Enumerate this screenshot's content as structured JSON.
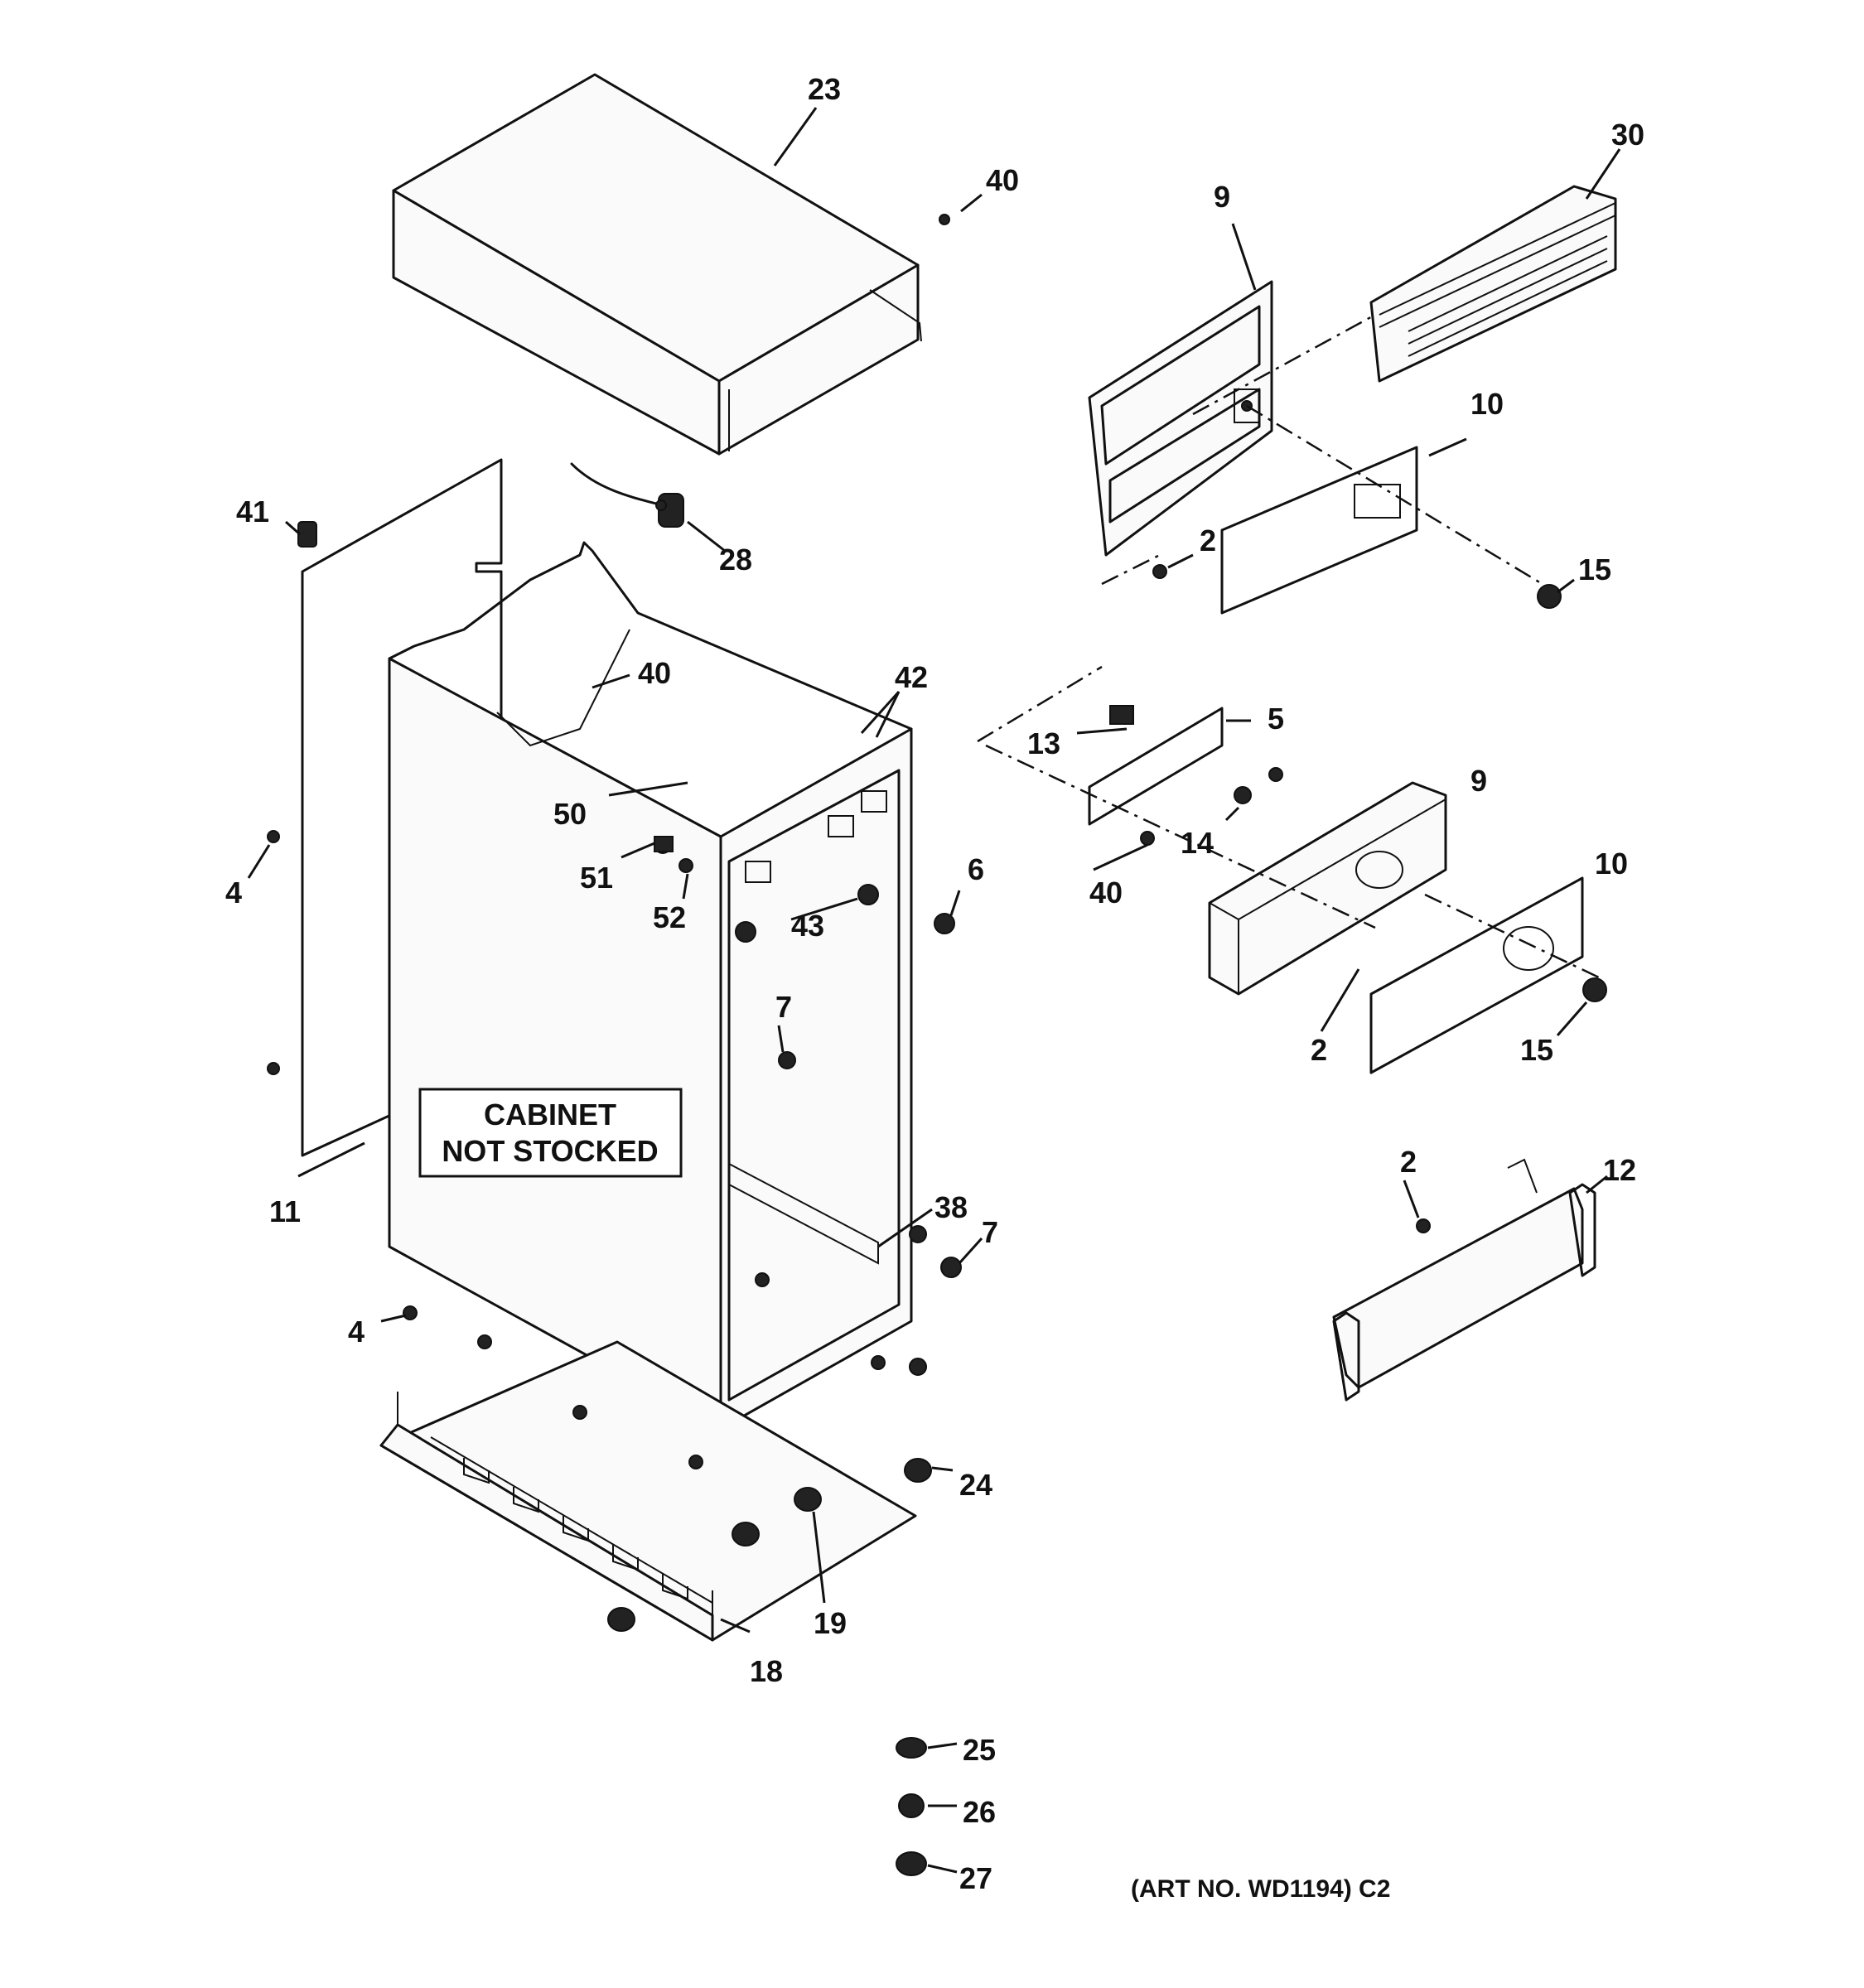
{
  "diagram": {
    "note": {
      "line1": "CABINET",
      "line2": "NOT STOCKED"
    },
    "art_number": "(ART NO. WD1194) C2",
    "callouts": [
      {
        "id": "23",
        "text": "23"
      },
      {
        "id": "40a",
        "text": "40"
      },
      {
        "id": "30",
        "text": "30"
      },
      {
        "id": "9a",
        "text": "9"
      },
      {
        "id": "10a",
        "text": "10"
      },
      {
        "id": "41",
        "text": "41"
      },
      {
        "id": "28",
        "text": "28"
      },
      {
        "id": "2a",
        "text": "2"
      },
      {
        "id": "15a",
        "text": "15"
      },
      {
        "id": "40b",
        "text": "40"
      },
      {
        "id": "42",
        "text": "42"
      },
      {
        "id": "5",
        "text": "5"
      },
      {
        "id": "13",
        "text": "13"
      },
      {
        "id": "50",
        "text": "50"
      },
      {
        "id": "9b",
        "text": "9"
      },
      {
        "id": "14",
        "text": "14"
      },
      {
        "id": "40c",
        "text": "40"
      },
      {
        "id": "6",
        "text": "6"
      },
      {
        "id": "51",
        "text": "51"
      },
      {
        "id": "4a",
        "text": "4"
      },
      {
        "id": "52",
        "text": "52"
      },
      {
        "id": "43",
        "text": "43"
      },
      {
        "id": "10b",
        "text": "10"
      },
      {
        "id": "7a",
        "text": "7"
      },
      {
        "id": "2b",
        "text": "2"
      },
      {
        "id": "15b",
        "text": "15"
      },
      {
        "id": "2c",
        "text": "2"
      },
      {
        "id": "12",
        "text": "12"
      },
      {
        "id": "11",
        "text": "11"
      },
      {
        "id": "38",
        "text": "38"
      },
      {
        "id": "7b",
        "text": "7"
      },
      {
        "id": "4b",
        "text": "4"
      },
      {
        "id": "24",
        "text": "24"
      },
      {
        "id": "19",
        "text": "19"
      },
      {
        "id": "18",
        "text": "18"
      },
      {
        "id": "25",
        "text": "25"
      },
      {
        "id": "26",
        "text": "26"
      },
      {
        "id": "27",
        "text": "27"
      }
    ]
  }
}
